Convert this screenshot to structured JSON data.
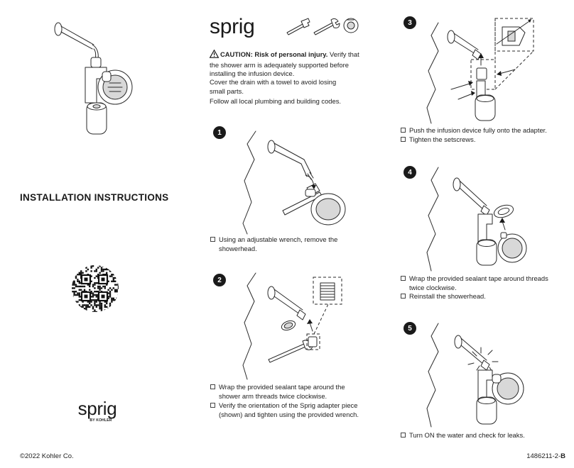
{
  "brand": {
    "name": "sprig",
    "byline": "BY KOHLER"
  },
  "doc": {
    "title": "INSTALLATION INSTRUCTIONS",
    "copyright": "©2022 Kohler Co.",
    "part_number": "1486211-2-",
    "revision": "B"
  },
  "caution": {
    "heading": "CAUTION: Risk of personal injury.",
    "text": " Verify that the shower arm is adequately supported before installing the infusion device.",
    "notes": [
      "Cover the drain with a towel to avoid losing small parts.",
      "Follow all local plumbing and building codes."
    ]
  },
  "steps": [
    {
      "number": "1",
      "items": [
        "Using an adjustable wrench, remove the showerhead."
      ]
    },
    {
      "number": "2",
      "items": [
        "Wrap the provided sealant tape around the shower arm threads twice clockwise.",
        "Verify the orientation of the Sprig adapter piece (shown) and tighten using the provided wrench."
      ]
    },
    {
      "number": "3",
      "items": [
        "Push the infusion device fully onto the adapter.",
        "Tighten the setscrews."
      ]
    },
    {
      "number": "4",
      "items": [
        "Wrap the provided sealant tape around threads twice clockwise.",
        "Reinstall the showerhead."
      ]
    },
    {
      "number": "5",
      "items": [
        "Turn ON the water and check for leaks."
      ]
    }
  ],
  "icons": {
    "caution": "warning-triangle-icon",
    "checkbox": "checkbox-icon",
    "tools": [
      "adjustable-wrench-icon",
      "open-wrench-icon",
      "sealant-tape-icon"
    ],
    "qr": "qr-code-icon"
  }
}
